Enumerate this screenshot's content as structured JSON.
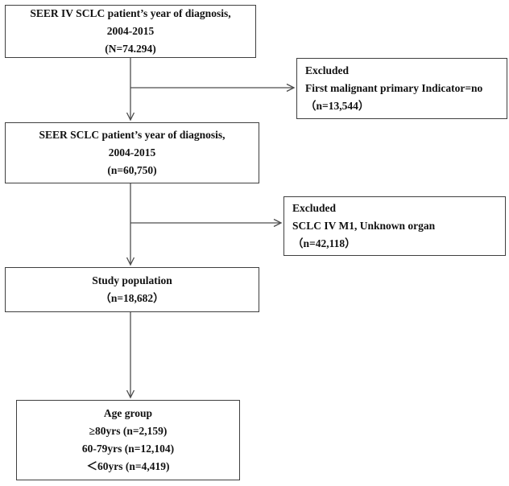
{
  "figure": {
    "type": "patient-selection-flowchart",
    "colors": {
      "background": "#ffffff",
      "box_border": "#3f3f3f",
      "arrow": "#4d4d4d",
      "text": "#111111"
    },
    "flowchart": {
      "box1": {
        "lines": [
          "SEER IV SCLC patient’s year of diagnosis,",
          "2004-2015",
          "(N=74.294)"
        ]
      },
      "excluded1": {
        "lines": [
          "Excluded",
          "First malignant primary Indicator=no",
          "（n=13,544）"
        ]
      },
      "box2": {
        "lines": [
          "SEER SCLC patient’s year of diagnosis,",
          "2004-2015",
          "(n=60,750)"
        ]
      },
      "excluded2": {
        "lines": [
          "Excluded",
          "SCLC IV M1, Unknown organ",
          "（n=42,118）"
        ]
      },
      "box3": {
        "lines": [
          "Study population",
          "（n=18,682）"
        ]
      },
      "box4": {
        "lines": [
          "Age group",
          "≥80yrs (n=2,159)",
          "60-79yrs (n=12,104)",
          "＜60yrs (n=4,419)"
        ]
      }
    }
  }
}
